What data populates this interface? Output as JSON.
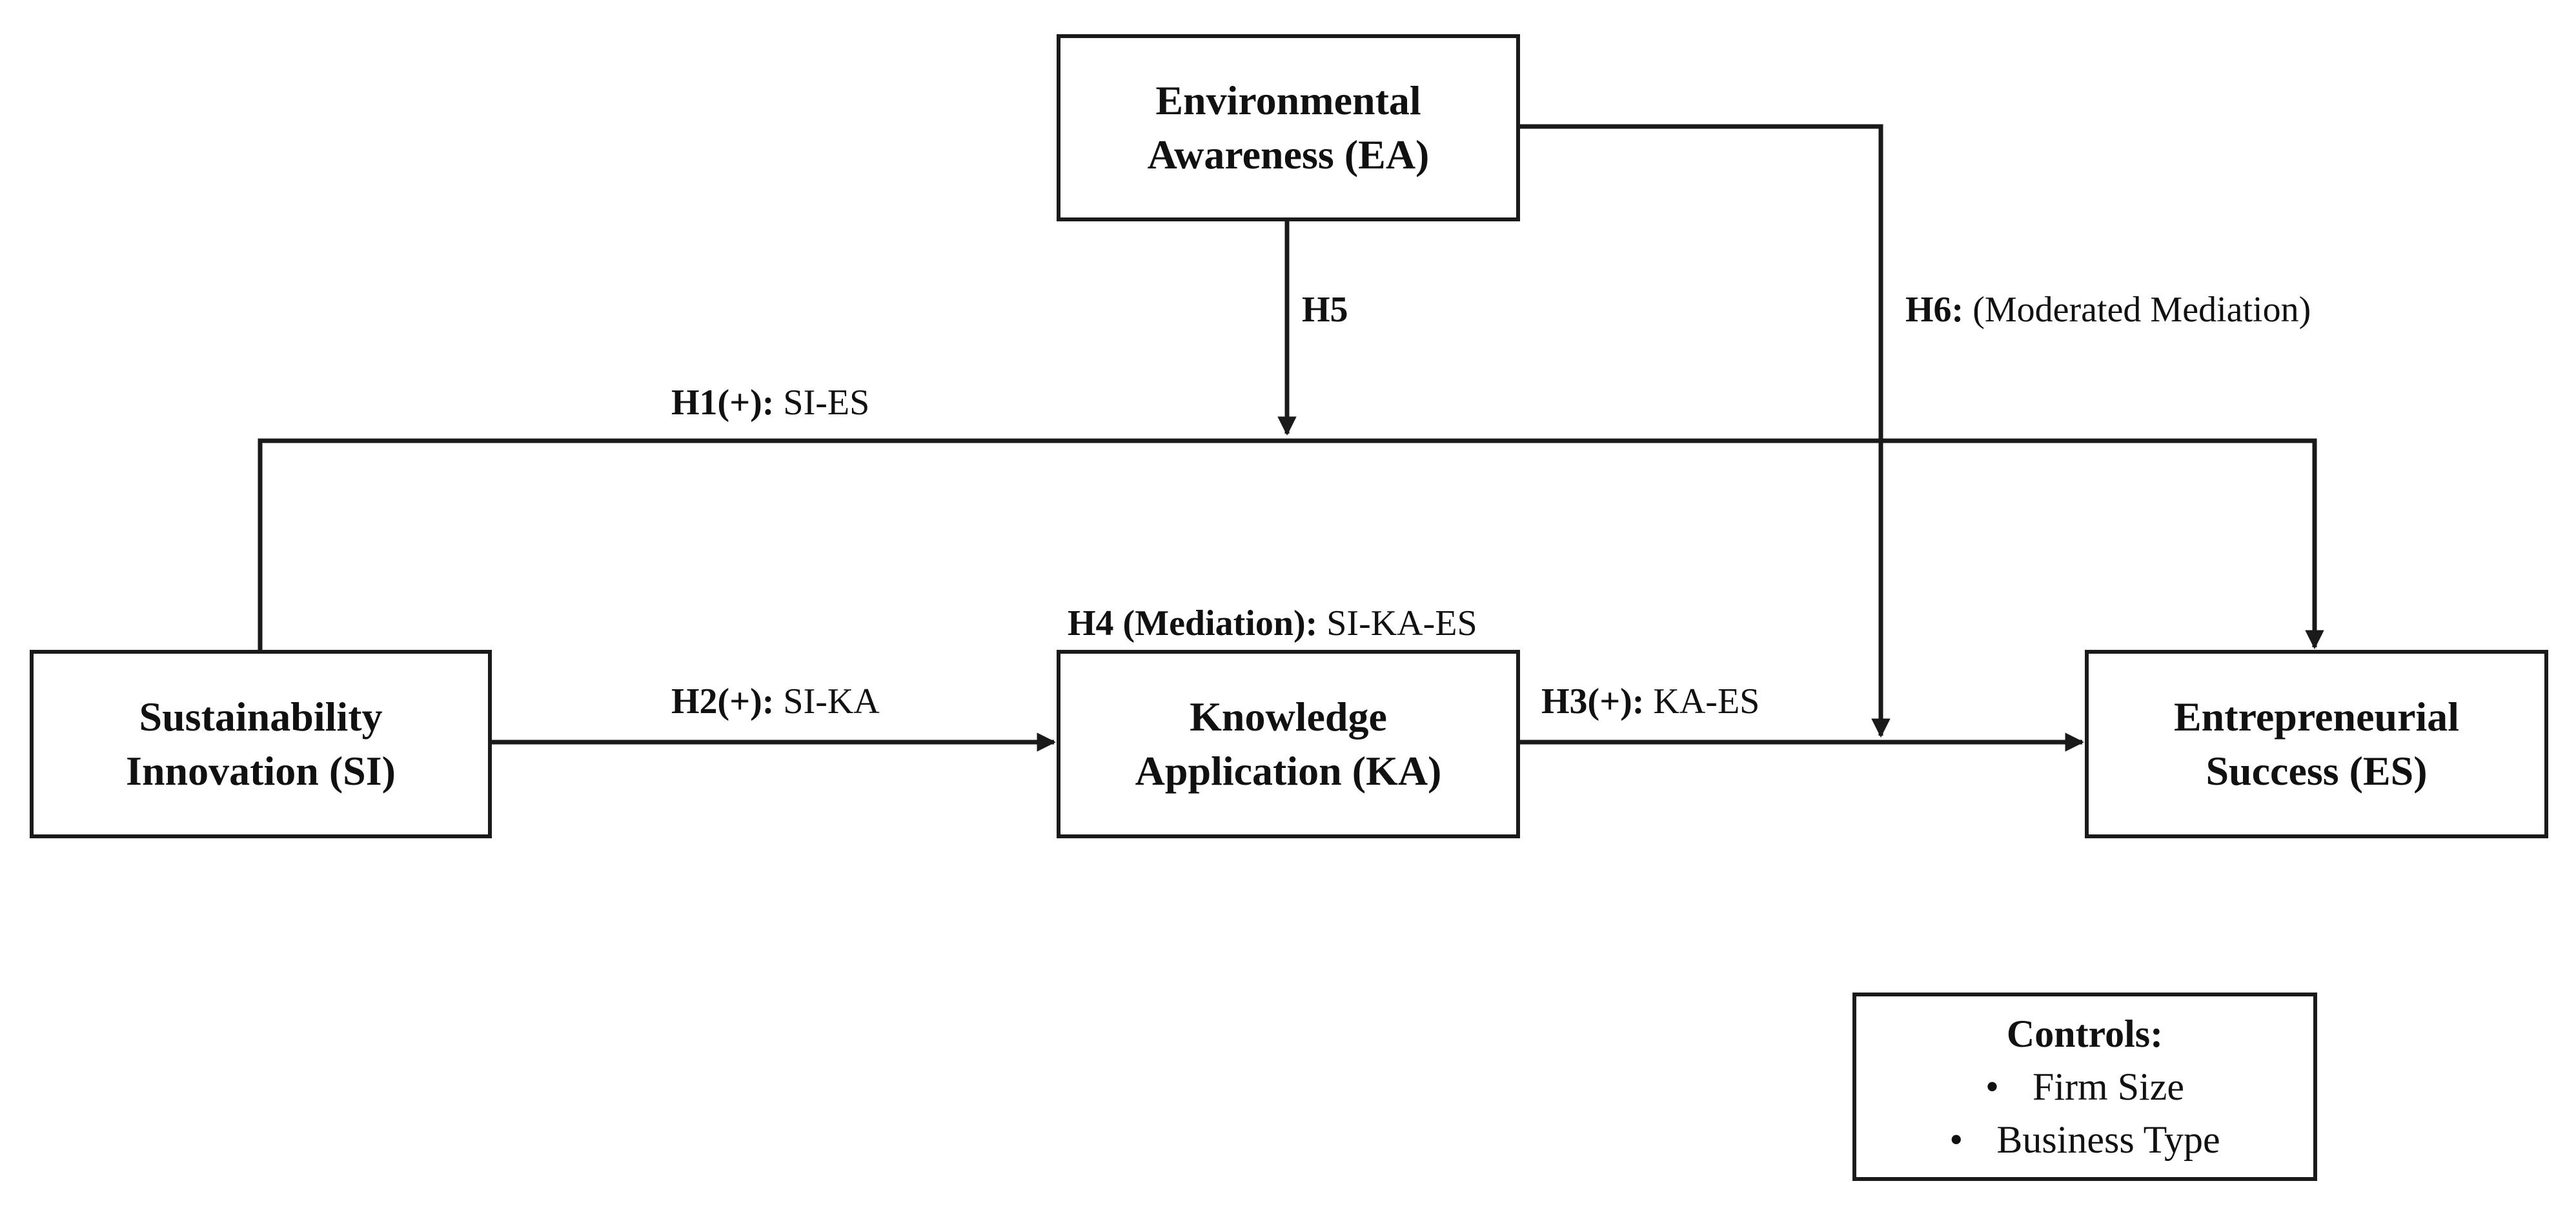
{
  "boxes": {
    "ea": {
      "line1": "Environmental",
      "line2": "Awareness (EA)"
    },
    "si": {
      "line1": "Sustainability",
      "line2": "Innovation (SI)"
    },
    "ka": {
      "line1": "Knowledge",
      "line2": "Application (KA)"
    },
    "es": {
      "line1": "Entrepreneurial",
      "line2": "Success (ES)"
    }
  },
  "hypotheses": {
    "h1": {
      "tag": "H1(+):",
      "text": "SI-ES"
    },
    "h2": {
      "tag": "H2(+):",
      "text": "SI-KA"
    },
    "h3": {
      "tag": "H3(+):",
      "text": "KA-ES"
    },
    "h4": {
      "tag": "H4 (Mediation):",
      "text": "SI-KA-ES"
    },
    "h5": {
      "tag": "H5",
      "text": ""
    },
    "h6": {
      "tag": "H6:",
      "text": "(Moderated Mediation)"
    }
  },
  "controls": {
    "title": "Controls:",
    "bullet": "•",
    "items": [
      "Firm Size",
      "Business Type"
    ]
  },
  "colors": {
    "line": "#1a1a1a",
    "text": "#111111",
    "background": "#ffffff"
  }
}
